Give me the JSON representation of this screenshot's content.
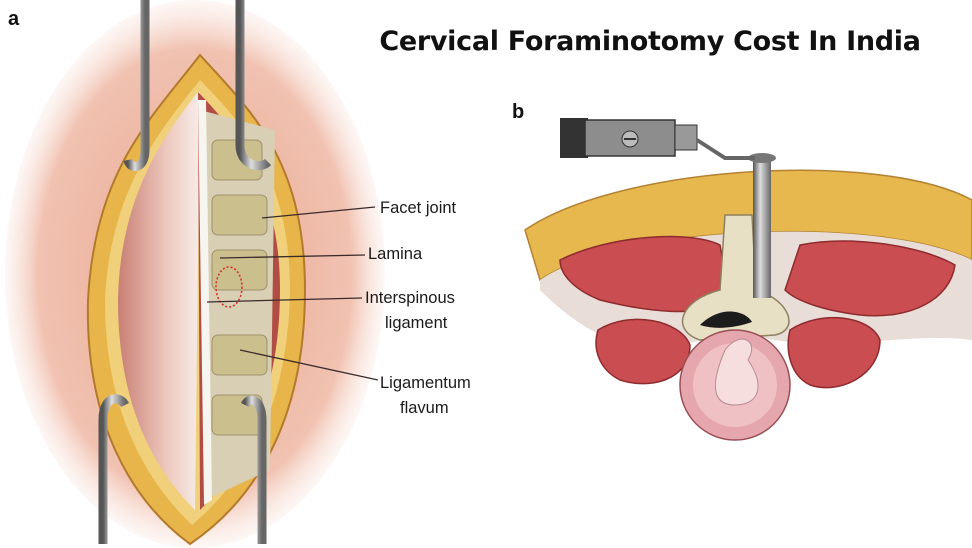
{
  "title": "Cervical Foraminotomy Cost In India",
  "panels": {
    "a": {
      "letter": "a",
      "labels": {
        "facet_joint": "Facet joint",
        "lamina": "Lamina",
        "interspinous_1": "Interspinous",
        "interspinous_2": "ligament",
        "flavum_1": "Ligamentum",
        "flavum_2": "flavum"
      }
    },
    "b": {
      "letter": "b"
    }
  }
}
